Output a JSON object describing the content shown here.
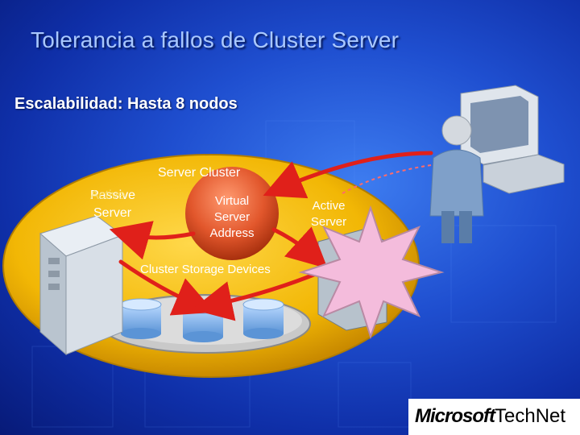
{
  "slide": {
    "title": "Tolerancia a fallos de Cluster Server",
    "subtitle": "Escalabilidad: Hasta 8 nodos"
  },
  "diagram": {
    "cluster_label": "Server Cluster",
    "left_server_label_1": "Passive",
    "left_server_label_1_overlay": "Active",
    "left_server_label_2": "Server",
    "virtual_server_label": "Virtual Server Address",
    "right_server_label": "Active Server",
    "storage_label": "Cluster Storage Devices"
  },
  "logo": {
    "brand": "Microsoft",
    "product": "TechNet"
  },
  "colors": {
    "background": "#1f4fd0",
    "cluster_fill": "#f2b705",
    "arrow": "#e0201a",
    "failure_burst": "#f4bcdc"
  }
}
